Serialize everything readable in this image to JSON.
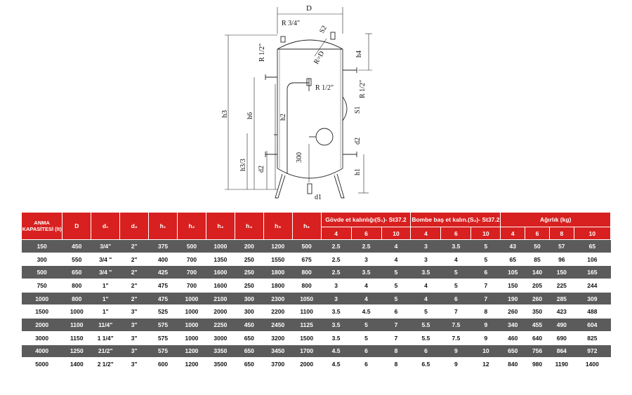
{
  "drawing": {
    "labels": {
      "D": "D",
      "R34": "R 3/4\"",
      "S2": "S2",
      "R12_left": "R 1/2\"",
      "RD": "R=D",
      "h4": "h4",
      "R12_mid": "R 1/2\"",
      "R12_right": "R 1/2\"",
      "S1": "S1",
      "h3": "h3",
      "h6": "h6",
      "h2": "h2",
      "d2_right": "d2",
      "h33": "h3/3",
      "d2_left": "d2",
      "n300": "300",
      "h1": "h1",
      "d1": "d1"
    }
  },
  "table": {
    "header_top": {
      "capacity": "ANMA KAPASİTESİ (lt)",
      "D": "D",
      "d1": "d₁",
      "d2": "d₂",
      "h1": "h₁",
      "h2": "h₂",
      "h3": "h₃",
      "h4": "h₄",
      "h5": "h₅",
      "h6": "h₆",
      "shell": "Gövde et kalınlığı(S₁)- St37.2",
      "head": "Bombe baş et kalın.(S₂)- St37.2",
      "weight": "Ağırlık (kg)"
    },
    "pressure_shell": [
      "4",
      "6",
      "10"
    ],
    "pressure_head": [
      "4",
      "6",
      "10"
    ],
    "pressure_weight": [
      "4",
      "6",
      "8",
      "10"
    ],
    "rows": [
      [
        "150",
        "450",
        "3/4\"",
        "2\"",
        "375",
        "500",
        "1000",
        "200",
        "1200",
        "500",
        "2.5",
        "2.5",
        "4",
        "3",
        "3.5",
        "5",
        "43",
        "50",
        "57",
        "65"
      ],
      [
        "300",
        "550",
        "3/4 \"",
        "2\"",
        "400",
        "700",
        "1350",
        "250",
        "1550",
        "675",
        "2.5",
        "3",
        "4",
        "3",
        "4",
        "5",
        "65",
        "85",
        "96",
        "106"
      ],
      [
        "500",
        "650",
        "3/4 \"",
        "2\"",
        "425",
        "700",
        "1600",
        "250",
        "1800",
        "800",
        "2.5",
        "3.5",
        "5",
        "3.5",
        "5",
        "6",
        "105",
        "140",
        "150",
        "165"
      ],
      [
        "750",
        "800",
        "1\"",
        "2\"",
        "475",
        "700",
        "1600",
        "250",
        "1800",
        "800",
        "3",
        "4",
        "5",
        "4",
        "5",
        "7",
        "150",
        "205",
        "225",
        "244"
      ],
      [
        "1000",
        "800",
        "1\"",
        "2\"",
        "475",
        "1000",
        "2100",
        "300",
        "2300",
        "1050",
        "3",
        "4",
        "5",
        "4",
        "6",
        "7",
        "190",
        "260",
        "285",
        "309"
      ],
      [
        "1500",
        "1000",
        "1\"",
        "3\"",
        "525",
        "1000",
        "2000",
        "300",
        "2200",
        "1100",
        "3.5",
        "4.5",
        "6",
        "5",
        "7",
        "8",
        "260",
        "350",
        "423",
        "488"
      ],
      [
        "2000",
        "1100",
        "11/4\"",
        "3\"",
        "575",
        "1000",
        "2250",
        "450",
        "2450",
        "1125",
        "3.5",
        "5",
        "7",
        "5.5",
        "7.5",
        "9",
        "340",
        "455",
        "490",
        "604"
      ],
      [
        "3000",
        "1150",
        "1 1/4\"",
        "3\"",
        "575",
        "1000",
        "3000",
        "650",
        "3200",
        "1500",
        "3.5",
        "5",
        "7",
        "5.5",
        "7.5",
        "9",
        "460",
        "640",
        "690",
        "825"
      ],
      [
        "4000",
        "1250",
        "21/2\"",
        "3\"",
        "575",
        "1200",
        "3350",
        "650",
        "3450",
        "1700",
        "4.5",
        "6",
        "8",
        "6",
        "9",
        "10",
        "650",
        "756",
        "864",
        "972"
      ],
      [
        "5000",
        "1400",
        "2 1/2\"",
        "3\"",
        "600",
        "1200",
        "3500",
        "650",
        "3700",
        "2000",
        "4.5",
        "6",
        "8",
        "6.5",
        "9",
        "12",
        "840",
        "980",
        "1190",
        "1400"
      ]
    ]
  }
}
